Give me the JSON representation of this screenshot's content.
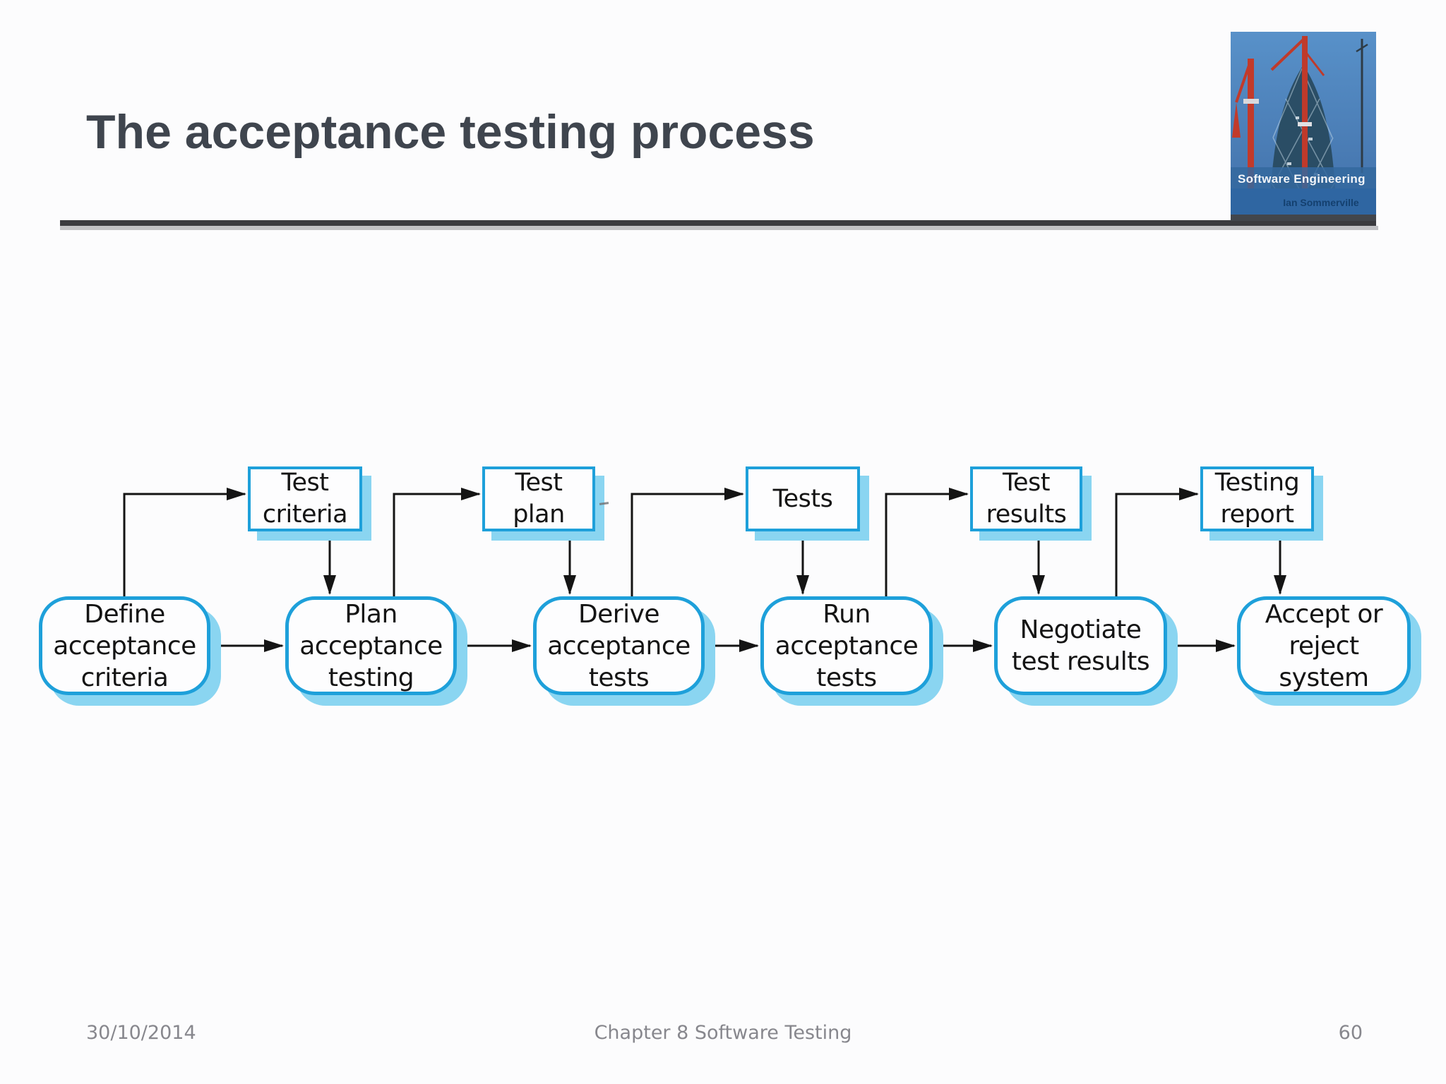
{
  "header": {
    "title": "The acceptance testing process"
  },
  "book_cover": {
    "title": "Software Engineering",
    "author": "Ian Sommerville"
  },
  "footer": {
    "date": "30/10/2014",
    "chapter": "Chapter 8 Software Testing",
    "page_number": "60"
  },
  "colors": {
    "node_border_blue": "#1ea0da",
    "node_shadow_blue": "#8ad5f1",
    "node_fill": "#fdfdfe",
    "arrow_black": "#141414",
    "title_gray": "#3f454e",
    "footer_gray": "#87878d",
    "underline_dark": "#3a3b3f",
    "underline_light": "#b5b6ba"
  },
  "diagram": {
    "process_nodes": [
      {
        "id": "define-acceptance-criteria",
        "label": "Define\nacceptance\ncriteria"
      },
      {
        "id": "plan-acceptance-testing",
        "label": "Plan\nacceptance\ntesting"
      },
      {
        "id": "derive-acceptance-tests",
        "label": "Derive\nacceptance\ntests"
      },
      {
        "id": "run-acceptance-tests",
        "label": "Run\nacceptance\ntests"
      },
      {
        "id": "negotiate-test-results",
        "label": "Negotiate\ntest results"
      },
      {
        "id": "accept-or-reject-system",
        "label": "Accept or\nreject\nsystem"
      }
    ],
    "artifact_nodes": [
      {
        "id": "test-criteria",
        "label": "Test\ncriteria"
      },
      {
        "id": "test-plan",
        "label": "Test\nplan"
      },
      {
        "id": "tests",
        "label": "Tests"
      },
      {
        "id": "test-results",
        "label": "Test\nresults"
      },
      {
        "id": "testing-report",
        "label": "Testing\nreport"
      }
    ],
    "edges": [
      {
        "from": "define-acceptance-criteria",
        "to": "test-criteria"
      },
      {
        "from": "test-criteria",
        "to": "plan-acceptance-testing"
      },
      {
        "from": "define-acceptance-criteria",
        "to": "plan-acceptance-testing"
      },
      {
        "from": "plan-acceptance-testing",
        "to": "test-plan"
      },
      {
        "from": "test-plan",
        "to": "derive-acceptance-tests"
      },
      {
        "from": "plan-acceptance-testing",
        "to": "derive-acceptance-tests"
      },
      {
        "from": "derive-acceptance-tests",
        "to": "tests"
      },
      {
        "from": "tests",
        "to": "run-acceptance-tests"
      },
      {
        "from": "derive-acceptance-tests",
        "to": "run-acceptance-tests"
      },
      {
        "from": "run-acceptance-tests",
        "to": "test-results"
      },
      {
        "from": "test-results",
        "to": "negotiate-test-results"
      },
      {
        "from": "run-acceptance-tests",
        "to": "negotiate-test-results"
      },
      {
        "from": "negotiate-test-results",
        "to": "testing-report"
      },
      {
        "from": "testing-report",
        "to": "accept-or-reject-system"
      },
      {
        "from": "negotiate-test-results",
        "to": "accept-or-reject-system"
      }
    ]
  }
}
